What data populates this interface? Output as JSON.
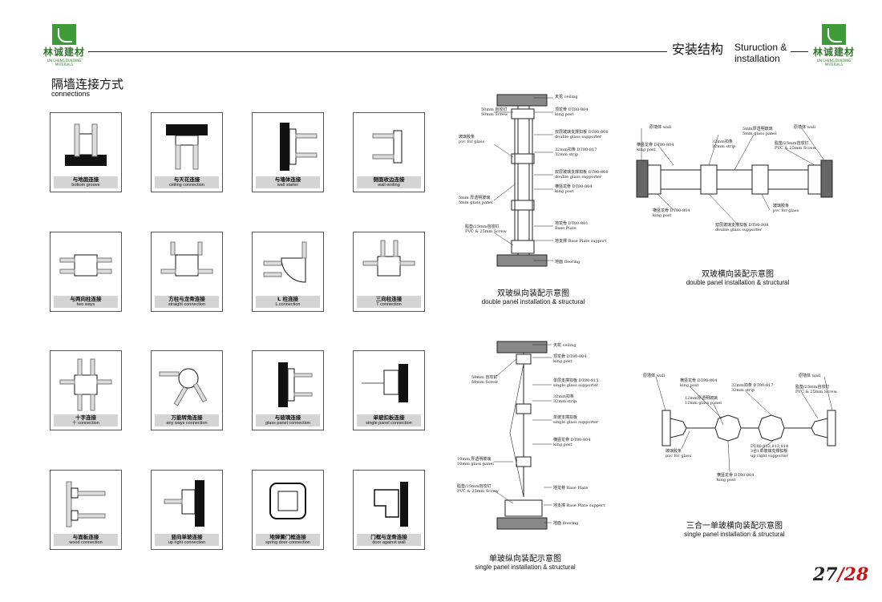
{
  "brand": {
    "name": "林诚建材",
    "subname": "LIN CHENG BUILDING MATERIALS"
  },
  "header": {
    "title_cn": "安装结构",
    "title_en_1": "Sturuction &",
    "title_en_2": "installation"
  },
  "section": {
    "title_cn": "隔墙连接方式",
    "title_en": "connections"
  },
  "cards": [
    {
      "cn": "与地面连接",
      "en": "bottom groove"
    },
    {
      "cn": "与天花连接",
      "en": "ceiling connection"
    },
    {
      "cn": "与墙体连接",
      "en": "wall starter"
    },
    {
      "cn": "侧面收边连接",
      "en": "wall ending"
    },
    {
      "cn": "与两向柱连接",
      "en": "two ways"
    },
    {
      "cn": "方柱与龙骨连接",
      "en": "straight connection"
    },
    {
      "cn": "L 柱连接",
      "en": "L connection"
    },
    {
      "cn": "三向柱连接",
      "en": "T connection"
    },
    {
      "cn": "十字连接",
      "en": "十 connection"
    },
    {
      "cn": "万能转角连接",
      "en": "any ways connection"
    },
    {
      "cn": "与玻璃连接",
      "en": "glass panel connection"
    },
    {
      "cn": "单玻扣板连接",
      "en": "single panel connection"
    },
    {
      "cn": "与面板连接",
      "en": "wood connection"
    },
    {
      "cn": "竖向单玻连接",
      "en": "up right connection"
    },
    {
      "cn": "地弹簧门框连接",
      "en": "spring door connection"
    },
    {
      "cn": "门框与龙骨连接",
      "en": "door against wall"
    }
  ],
  "diagrams": {
    "double_vertical": {
      "cn": "双玻纵向装配示意图",
      "en": "double panel installation & structural",
      "labels": [
        "天花 ceiling",
        "50mm 自攻钉",
        "50mm Screw",
        "顶龙骨 DT80-804",
        "king post",
        "双层玻璃支撑扣板 DT80-808",
        "double glass supporter",
        "玻璃胶条",
        "pvc for glass",
        "32mm扣条 DT80-817",
        "32mm strip",
        "双层玻璃支撑扣板 DT80-808",
        "double glass supporter",
        "横竖龙骨 DT80-804",
        "king post",
        "5mm 厚透明玻璃",
        "5mm glass panel",
        "地龙骨 DT80-801",
        "Base Plate",
        "脂垫/25mm自攻钉",
        "PVC & 25mm Screw",
        "地支撑 Base Plate support",
        "地面 flooring"
      ]
    },
    "double_horizontal": {
      "cn": "双玻横向装配示意图",
      "en": "double panel installation & structural",
      "labels": [
        "原墙体 wall",
        "横竖龙骨 DT80-804",
        "king post",
        "32mm扣条",
        "32mm strip",
        "5mm厚透明玻璃",
        "5mm glass panel",
        "原墙体 wall",
        "脂垫/25mm自攻钉",
        "PVC & 25mm Screw",
        "横竖龙骨 DT80-804",
        "king post",
        "玻璃胶条",
        "pvc for glass",
        "双层玻璃支撑扣板 DT80-808",
        "double glass supporter"
      ]
    },
    "single_vertical": {
      "cn": "单玻纵向装配示意图",
      "en": "single panel installation & structural",
      "labels": [
        "天花 ceiling",
        "顶龙骨 DT80-804",
        "king post",
        "50mm 自攻钉",
        "50mm Screw",
        "单层支撑扣板 DT80-815",
        "single glass supporter",
        "32mm扣条",
        "32mm strip",
        "单玻支撑扣板",
        "single glass supporter",
        "横竖龙骨 DT80-804",
        "king post",
        "10mm 厚透明玻璃",
        "10mm glass panel",
        "脂垫/25mm自攻钉",
        "PVC & 25mm Screw",
        "地龙骨 Base Plate",
        "地支撑 Base Plate support",
        "地面 flooring"
      ]
    },
    "single_horizontal": {
      "cn": "三合一单玻横向装配示意图",
      "en": "single panel installation & structural",
      "labels": [
        "原墙体 wall",
        "横竖龙骨 DT80-804",
        "king post",
        "12mm厚透明玻璃",
        "12mm glass panel",
        "32mm扣条 DT80-817",
        "32mm strip",
        "原墙体 wall",
        "脂垫/25mm自攻钉",
        "PVC & 25mm Screw",
        "玻璃胶条",
        "pvc for glass",
        "DT80-812,813,814",
        "3合1单玻璃支撑扣板",
        "up right supporter",
        "横竖龙骨 DT80-804",
        "king post"
      ]
    }
  },
  "page": {
    "current": "27",
    "separator": "/",
    "next": "28"
  },
  "colors": {
    "brand_green": "#3f9a3a",
    "caption_gray": "#d4d4d4",
    "page_red": "#c01818"
  }
}
